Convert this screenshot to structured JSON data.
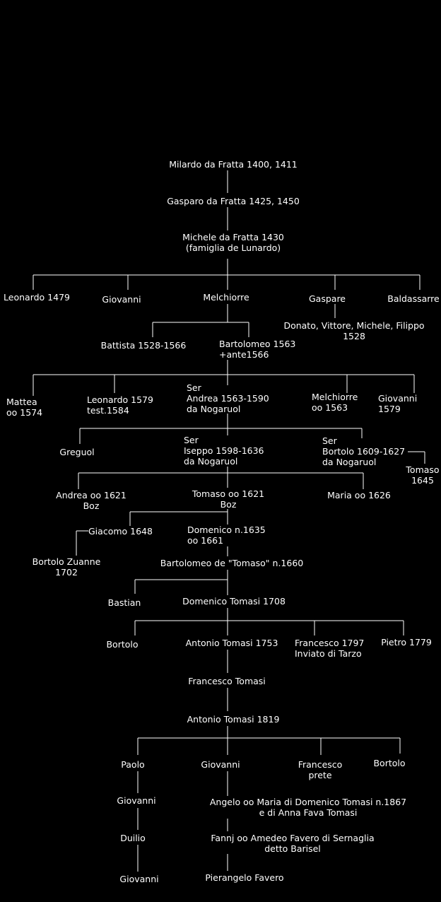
{
  "tree": {
    "milardo": "Milardo da Fratta 1400, 1411",
    "gasparo": "Gasparo da Fratta 1425, 1450",
    "michele": "Michele da Fratta 1430\n(famiglia de Lunardo)",
    "leonardo1479": "Leonardo 1479",
    "giovanni_g3": "Giovanni",
    "melchiorre_g3": "Melchiorre",
    "gaspare": "Gaspare",
    "baldassarre": "Baldassarre",
    "donato": "Donato, Vittore, Michele, Filippo\n1528",
    "battista": "Battista 1528-1566",
    "bartolomeo1563": "Bartolomeo 1563\n+ante1566",
    "mattea": "Mattea\noo 1574",
    "leonardo1579": "Leonardo 1579\ntest.1584",
    "andrea1563": "Ser\nAndrea 1563-1590\nda Nogaruol",
    "melchiorre1563": "Melchiorre\noo 1563",
    "giovanni1579": "Giovanni\n1579",
    "greguol": "Greguol",
    "iseppo": "Ser\nIseppo 1598-1636\nda Nogaruol",
    "bortolo1609": "Ser\nBortolo 1609-1627\nda Nogaruol",
    "tomaso1645": "Tomaso\n1645",
    "andrea1621": "Andrea oo 1621\nBoz",
    "tomaso1621": "Tomaso oo 1621\nBoz",
    "maria1626": "Maria oo 1626",
    "giacomo": "Giacomo 1648",
    "domenico1635": "Domenico n.1635\noo 1661",
    "bortolo_zuanne": "Bortolo Zuanne\n1702",
    "bartolomeo1660": "Bartolomeo de \"Tomaso\" n.1660",
    "bastian": "Bastian",
    "domenico1708": "Domenico Tomasi 1708",
    "bortolo_g13": "Bortolo",
    "antonio1753": "Antonio Tomasi 1753",
    "francesco1797": "Francesco 1797\nInviato di Tarzo",
    "pietro": "Pietro 1779",
    "francesco_tomasi": "Francesco Tomasi",
    "antonio1819": "Antonio Tomasi 1819",
    "paolo": "Paolo",
    "giovanni_g17": "Giovanni",
    "francesco_prete": "Francesco\nprete",
    "bortolo_g17": "Bortolo",
    "giovanni_g18": "Giovanni",
    "angelo": "Angelo oo Maria di Domenico Tomasi n.1867\ne di Anna Fava Tomasi",
    "duilio": "Duilio",
    "fannj": "Fannj oo Amedeo Favero di Sernaglia\ndetto Barisel",
    "giovanni_g20": "Giovanni",
    "pierangelo": "Pierangelo Favero"
  }
}
